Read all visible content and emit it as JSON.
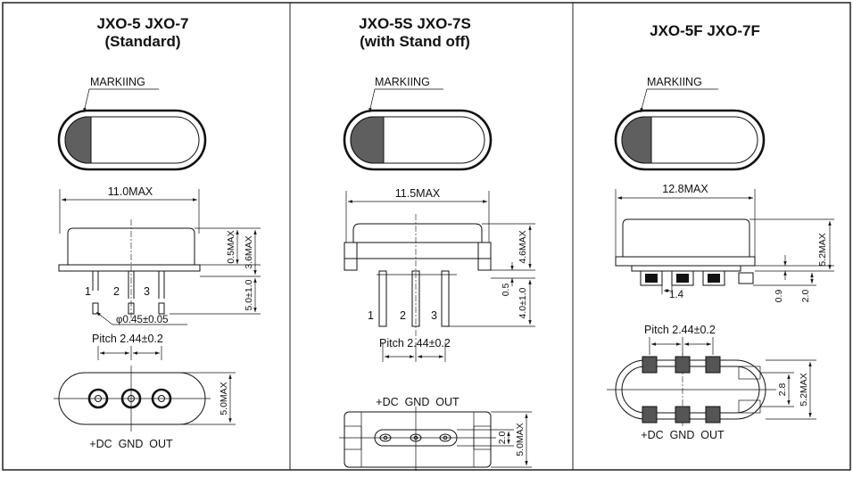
{
  "colors": {
    "border": "#222222",
    "marking_fill": "#5f5f5f",
    "line": "#111111"
  },
  "panels": [
    {
      "title_line1": "JXO-5 JXO-7",
      "title_line2": "(Standard)",
      "marking": "MARKIING",
      "width_dim": "11.0MAX",
      "height_dims": [
        "0.5MAX",
        "3.6MAX",
        "5.0±1.0"
      ],
      "pins": [
        "1",
        "2",
        "3"
      ],
      "pin_dia": "φ0.45±0.05",
      "pitch": "Pitch 2.44±0.2",
      "bottom_width": "5.0MAX",
      "pin_labels": "+DC  GND  OUT"
    },
    {
      "title_line1": "JXO-5S JXO-7S",
      "title_line2": "(with Stand off)",
      "marking": "MARKIING",
      "width_dim": "11.5MAX",
      "height_dims": [
        "4.6MAX",
        "0.5",
        "4.0±1.0"
      ],
      "pins": [
        "1",
        "2",
        "3"
      ],
      "pitch": "Pitch 2.44±0.2",
      "pin_labels": "+DC  GND  OUT",
      "bottom_dims": [
        "2.0",
        "5.0MAX"
      ]
    },
    {
      "title_line1": "JXO-5F JXO-7F",
      "marking": "MARKIING",
      "width_dim": "12.8MAX",
      "height_dims": [
        "5.2MAX",
        "0.9",
        "2.0"
      ],
      "pad_dim": "1.4",
      "pitch": "Pitch 2.44±0.2",
      "bottom_dims": [
        "2.8",
        "5.2MAX"
      ],
      "pin_labels": "+DC  GND  OUT"
    }
  ]
}
